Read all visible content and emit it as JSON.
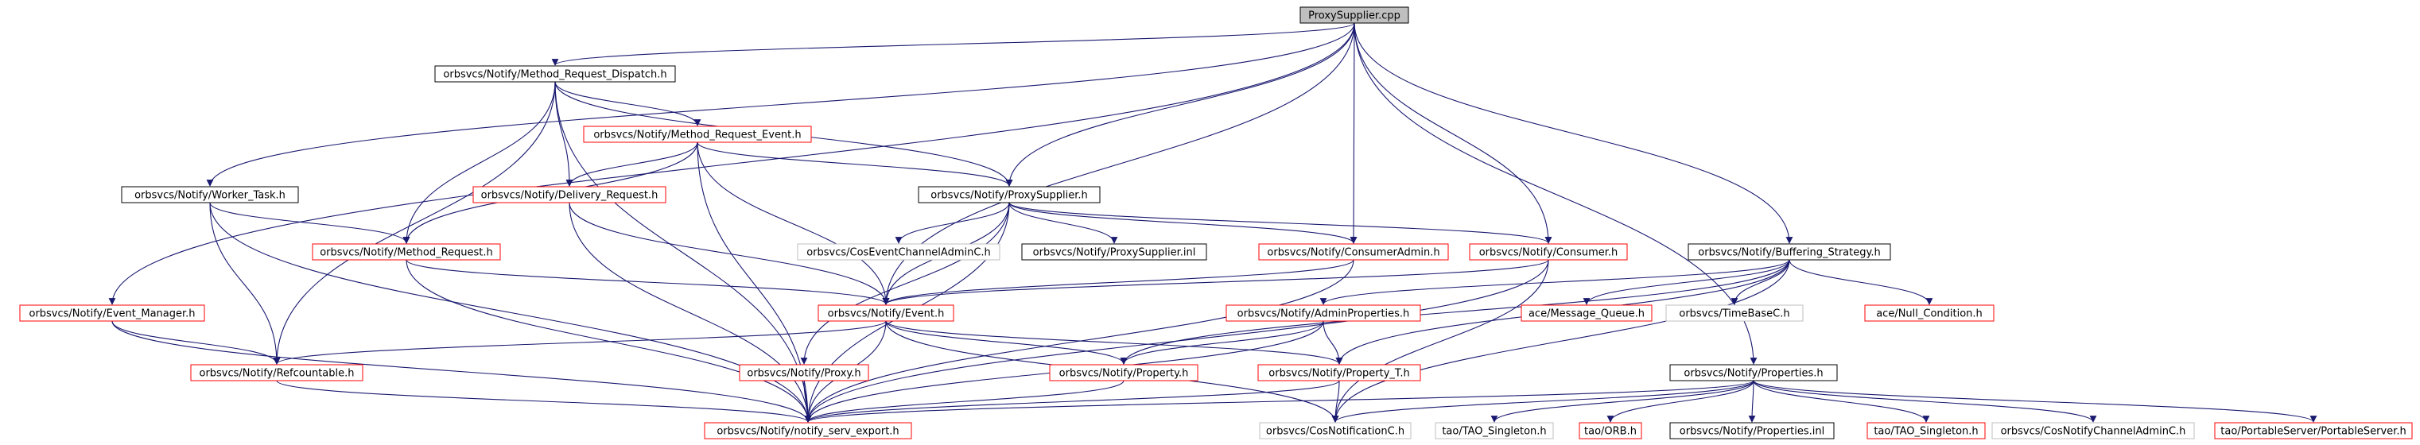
{
  "diagram": {
    "colors": {
      "edge": "#191970",
      "border_default": "#000000",
      "border_unresolved": "#ff0000",
      "border_external": "#bfbfbf",
      "root_fill": "#bfbfbf"
    },
    "nodes": [
      {
        "id": "root",
        "label": "ProxySupplier.cpp",
        "style": "root"
      },
      {
        "id": "mrd",
        "label": "orbsvcs/Notify/Method_Request_Dispatch.h",
        "style": "default"
      },
      {
        "id": "mre",
        "label": "orbsvcs/Notify/Method_Request_Event.h",
        "style": "red"
      },
      {
        "id": "wt",
        "label": "orbsvcs/Notify/Worker_Task.h",
        "style": "default"
      },
      {
        "id": "dr",
        "label": "orbsvcs/Notify/Delivery_Request.h",
        "style": "red"
      },
      {
        "id": "ps",
        "label": "orbsvcs/Notify/ProxySupplier.h",
        "style": "default"
      },
      {
        "id": "mr",
        "label": "orbsvcs/Notify/Method_Request.h",
        "style": "red"
      },
      {
        "id": "cecac",
        "label": "orbsvcs/CosEventChannelAdminC.h",
        "style": "gray"
      },
      {
        "id": "psinl",
        "label": "orbsvcs/Notify/ProxySupplier.inl",
        "style": "default"
      },
      {
        "id": "ca",
        "label": "orbsvcs/Notify/ConsumerAdmin.h",
        "style": "red"
      },
      {
        "id": "cons",
        "label": "orbsvcs/Notify/Consumer.h",
        "style": "red"
      },
      {
        "id": "bs",
        "label": "orbsvcs/Notify/Buffering_Strategy.h",
        "style": "default"
      },
      {
        "id": "em",
        "label": "orbsvcs/Notify/Event_Manager.h",
        "style": "red"
      },
      {
        "id": "ev",
        "label": "orbsvcs/Notify/Event.h",
        "style": "red"
      },
      {
        "id": "ap",
        "label": "orbsvcs/Notify/AdminProperties.h",
        "style": "red"
      },
      {
        "id": "amq",
        "label": "ace/Message_Queue.h",
        "style": "red"
      },
      {
        "id": "tbc",
        "label": "orbsvcs/TimeBaseC.h",
        "style": "gray"
      },
      {
        "id": "anc",
        "label": "ace/Null_Condition.h",
        "style": "red"
      },
      {
        "id": "rc",
        "label": "orbsvcs/Notify/Refcountable.h",
        "style": "red"
      },
      {
        "id": "proxy",
        "label": "orbsvcs/Notify/Proxy.h",
        "style": "red"
      },
      {
        "id": "prop",
        "label": "orbsvcs/Notify/Property.h",
        "style": "red"
      },
      {
        "id": "propt",
        "label": "orbsvcs/Notify/Property_T.h",
        "style": "red"
      },
      {
        "id": "props",
        "label": "orbsvcs/Notify/Properties.h",
        "style": "default"
      },
      {
        "id": "nse",
        "label": "orbsvcs/Notify/notify_serv_export.h",
        "style": "red"
      },
      {
        "id": "cnc",
        "label": "orbsvcs/CosNotificationC.h",
        "style": "gray"
      },
      {
        "id": "taosing",
        "label": "tao/TAO_Singleton.h",
        "style": "gray"
      },
      {
        "id": "orb",
        "label": "tao/ORB.h",
        "style": "red"
      },
      {
        "id": "propsinl",
        "label": "orbsvcs/Notify/Properties.inl",
        "style": "default"
      },
      {
        "id": "taosing2",
        "label": "tao/TAO_Singleton.h",
        "style": "red"
      },
      {
        "id": "cncac",
        "label": "orbsvcs/CosNotifyChannelAdminC.h",
        "style": "gray"
      },
      {
        "id": "pss",
        "label": "tao/PortableServer/PortableServer.h",
        "style": "red"
      }
    ]
  }
}
